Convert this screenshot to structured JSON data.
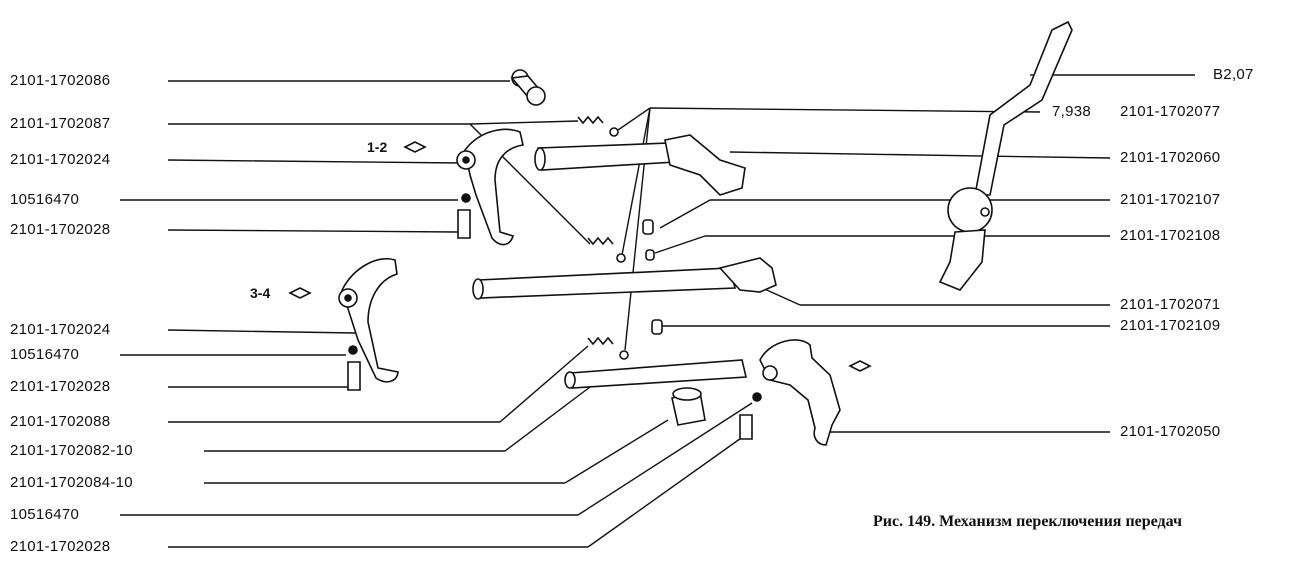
{
  "caption": "Рис. 149. Механизм переключения передач",
  "gears": {
    "g12": "1-2",
    "g34": "3-4"
  },
  "left_labels": [
    "2101-1702086",
    "2101-1702087",
    "2101-1702024",
    "10516470",
    "2101-1702028",
    "2101-1702024",
    "10516470",
    "2101-1702028",
    "2101-1702088",
    "2101-1702082-10",
    "2101-1702084-10",
    "10516470",
    "2101-1702028"
  ],
  "right_labels": {
    "b207": "B2,07",
    "ball": "7,938",
    "p077": "2101-1702077",
    "p060": "2101-1702060",
    "p107": "2101-1702107",
    "p108": "2101-1702108",
    "p071": "2101-1702071",
    "p109": "2101-1702109",
    "p050": "2101-1702050"
  }
}
